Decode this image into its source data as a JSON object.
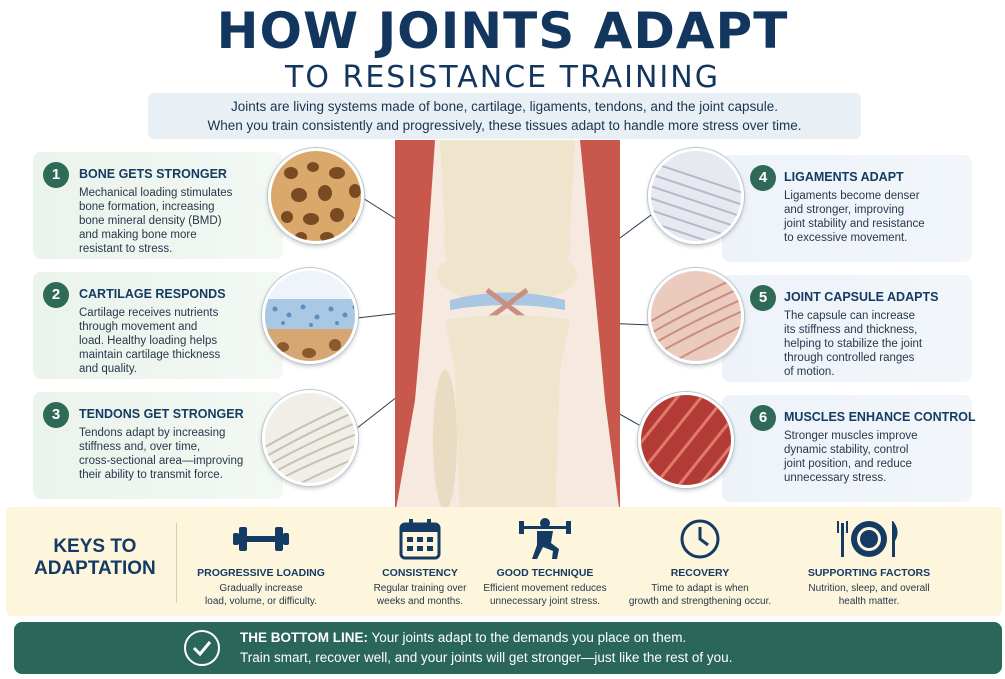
{
  "header": {
    "title": "HOW JOINTS ADAPT",
    "subtitle": "TO RESISTANCE TRAINING",
    "intro_line1": "Joints are living systems made of bone, cartilage, ligaments, tendons, and the joint capsule.",
    "intro_line2": "When you train consistently and progressively, these tissues adapt to handle more stress over time."
  },
  "cards": [
    {
      "number": "1",
      "title": "BONE GETS STRONGER",
      "text": "Mechanical loading stimulates\nbone formation, increasing\nbone mineral density (BMD)\nand making bone more\nresistant to stress."
    },
    {
      "number": "2",
      "title": "CARTILAGE RESPONDS",
      "text": "Cartilage receives nutrients\nthrough movement and\nload. Healthy loading helps\nmaintain cartilage thickness\nand quality."
    },
    {
      "number": "3",
      "title": "TENDONS GET STRONGER",
      "text": "Tendons adapt by increasing\nstiffness and, over time,\ncross-sectional area—improving\ntheir ability to transmit force."
    },
    {
      "number": "4",
      "title": "LIGAMENTS ADAPT",
      "text": "Ligaments become denser\nand stronger, improving\njoint stability and resistance\nto excessive movement."
    },
    {
      "number": "5",
      "title": "JOINT CAPSULE ADAPTS",
      "text": "The capsule can increase\nits stiffness and thickness,\nhelping to stabilize the joint\nthrough controlled ranges\nof motion."
    },
    {
      "number": "6",
      "title": "MUSCLES ENHANCE CONTROL",
      "text": "Stronger muscles improve\ndynamic stability, control\njoint position, and reduce\nunnecessary stress."
    }
  ],
  "keys": {
    "title": "KEYS TO\nADAPTATION",
    "items": [
      {
        "icon": "dumbbell-icon",
        "title": "PROGRESSIVE LOADING",
        "text": "Gradually increase\nload, volume, or difficulty."
      },
      {
        "icon": "calendar-icon",
        "title": "CONSISTENCY",
        "text": "Regular training over\nweeks and months."
      },
      {
        "icon": "squat-icon",
        "title": "GOOD TECHNIQUE",
        "text": "Efficient movement reduces\nunnecessary joint stress."
      },
      {
        "icon": "clock-icon",
        "title": "RECOVERY",
        "text": "Time to adapt is when\ngrowth and strengthening occur."
      },
      {
        "icon": "plate-utensils-icon",
        "title": "SUPPORTING FACTORS",
        "text": "Nutrition, sleep, and overall\nhealth matter."
      }
    ]
  },
  "bottom_line": {
    "label": "THE BOTTOM LINE:",
    "line1": " Your joints adapt to the demands you place on them.",
    "line2": "Train smart, recover well, and your joints will get stronger—just like the rest of you."
  },
  "colors": {
    "navy": "#13365e",
    "green": "#2f6a58",
    "banner": "#2b665a"
  }
}
